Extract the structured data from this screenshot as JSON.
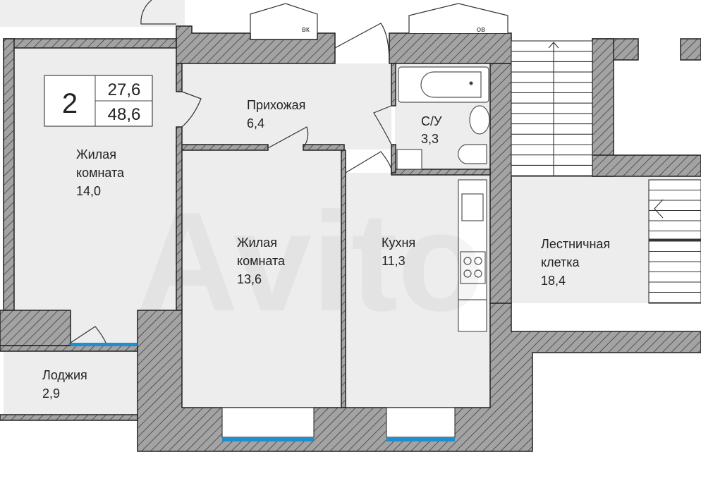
{
  "apartment": {
    "rooms_count": "2",
    "living_area": "27,6",
    "total_area": "48,6"
  },
  "rooms": [
    {
      "name": "Жилая комната",
      "line1": "Жилая",
      "line2": "комната",
      "area": "14,0"
    },
    {
      "name": "Прихожая",
      "area": "6,4"
    },
    {
      "name": "С/У",
      "area": "3,3"
    },
    {
      "name": "Жилая комната",
      "line1": "Жилая",
      "line2": "комната",
      "area": "13,6"
    },
    {
      "name": "Кухня",
      "area": "11,3"
    },
    {
      "name": "Лестничная клетка",
      "line1": "Лестничная",
      "line2": "клетка",
      "area": "18,4"
    },
    {
      "name": "Лоджия",
      "area": "2,9"
    }
  ],
  "shafts": {
    "left": "вк",
    "right": "ов"
  },
  "watermark": "Avito",
  "colors": {
    "room": "#ededed",
    "wall": "#9b9b9b",
    "window": "#1e8fd0",
    "line": "#333333"
  }
}
